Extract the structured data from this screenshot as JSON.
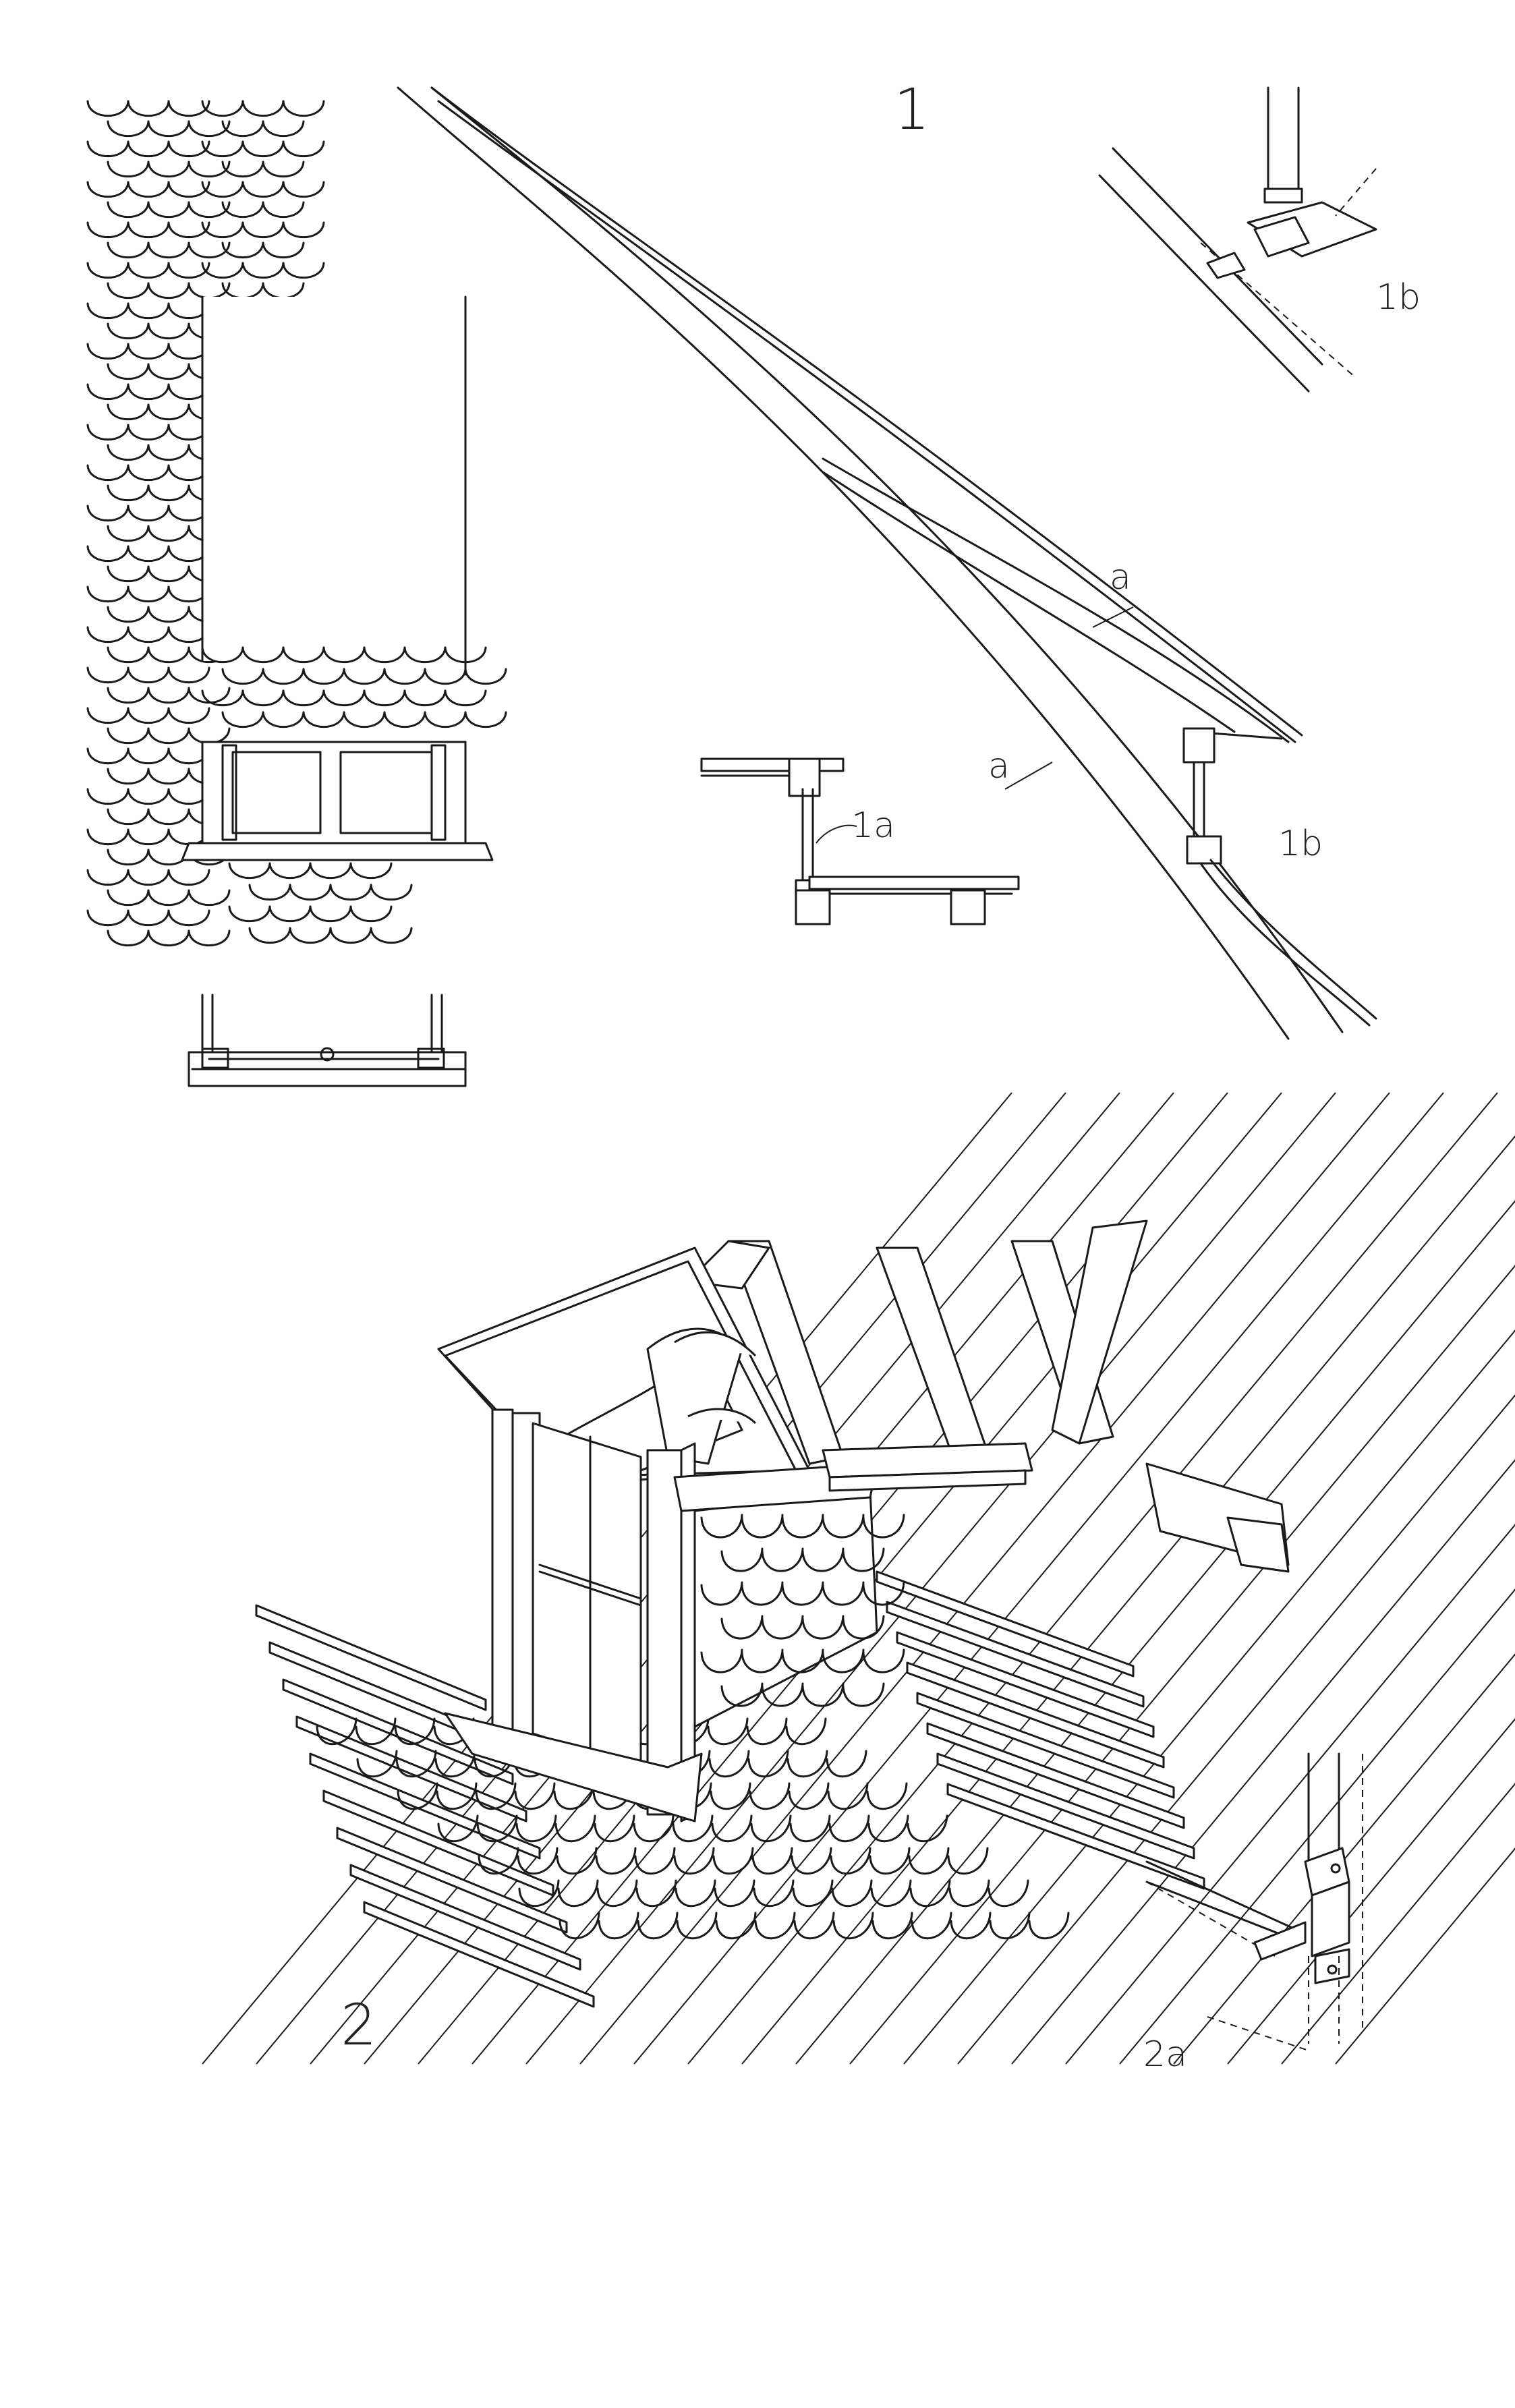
{
  "labels": {
    "fig1": "1",
    "fig1a": "1a",
    "fig1b_top": "1b",
    "fig1b_mid": "1b",
    "fig2": "2",
    "fig2a": "2a",
    "a_upper": "a",
    "a_lower": "a"
  },
  "drawing": {
    "line_color": "#1a1a1a",
    "paper_color": "#ffffff"
  }
}
